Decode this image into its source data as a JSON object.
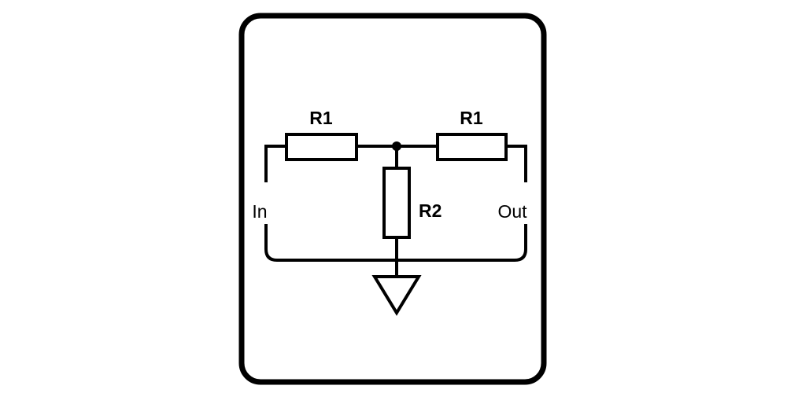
{
  "diagram": {
    "components": [
      {
        "id": "r1-left",
        "label": "R1"
      },
      {
        "id": "r1-right",
        "label": "R1"
      },
      {
        "id": "r2",
        "label": "R2"
      }
    ],
    "terminals": {
      "input": "In",
      "output": "Out"
    },
    "colors": {
      "stroke": "#000000",
      "background": "#ffffff"
    }
  }
}
